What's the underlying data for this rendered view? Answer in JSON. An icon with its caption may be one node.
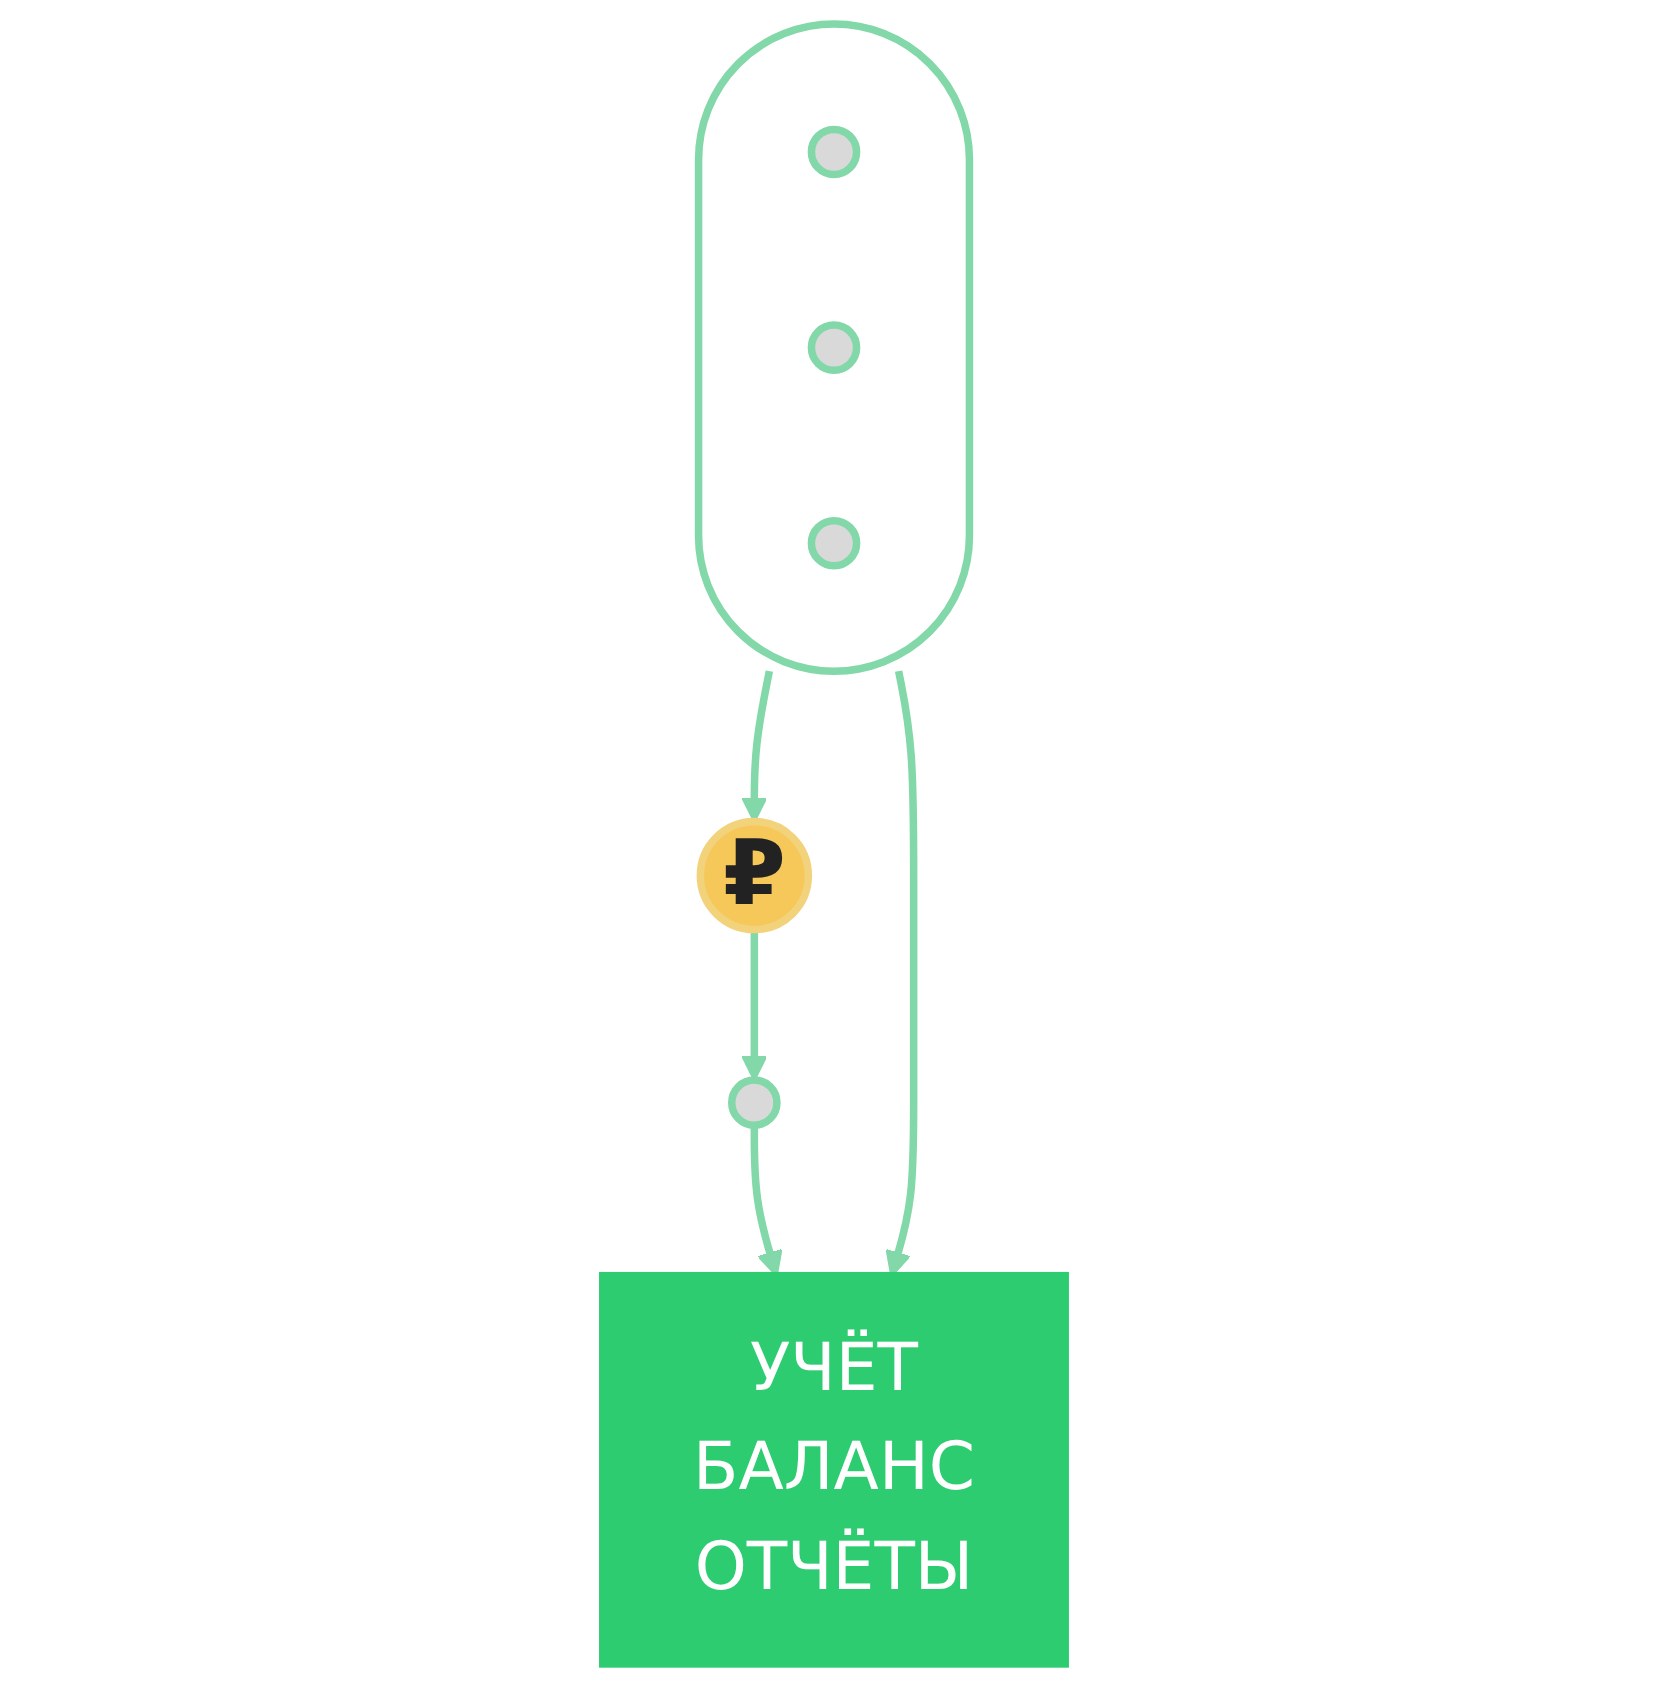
{
  "diagram": {
    "nodes": [
      {
        "text": [],
        "shape": "cloud"
      },
      {
        "text": [],
        "shape": "circle",
        "in": 0
      },
      {
        "text": [],
        "shape": "circle",
        "in": 0
      },
      {
        "text": [],
        "shape": "circle",
        "in": 0
      },
      {
        "text": [
          "УЧЁТ",
          "БАЛАНС",
          "ОТЧЁТЫ"
        ]
      },
      {
        "text": [
          "₽"
        ]
      },
      {
        "text": [],
        "shape": "circle"
      }
    ],
    "edges": [
      {
        "from": 0,
        "to": 4,
        "arrow": "to"
      },
      {
        "from": 0,
        "to": 5,
        "arrow": "to"
      },
      {
        "from": 5,
        "to": 6,
        "arrow": "to"
      },
      {
        "from": 6,
        "to": 4,
        "arrow": "to"
      }
    ]
  }
}
